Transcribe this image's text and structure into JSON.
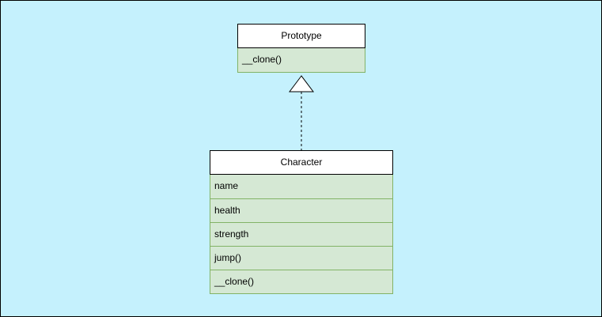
{
  "diagram": {
    "background_color": "#c5f1fd",
    "header_color": "#ffffff",
    "member_fill_color": "#d5e8d4",
    "member_border_color": "#82b366",
    "classes": [
      {
        "name": "Prototype",
        "members": [
          "__clone()"
        ]
      },
      {
        "name": "Character",
        "members": [
          "name",
          "health",
          "strength",
          "jump()",
          "__clone()"
        ]
      }
    ],
    "relations": [
      {
        "type": "realization",
        "from": "Character",
        "to": "Prototype",
        "line_style": "dashed",
        "arrowhead": "hollow-triangle"
      }
    ]
  }
}
